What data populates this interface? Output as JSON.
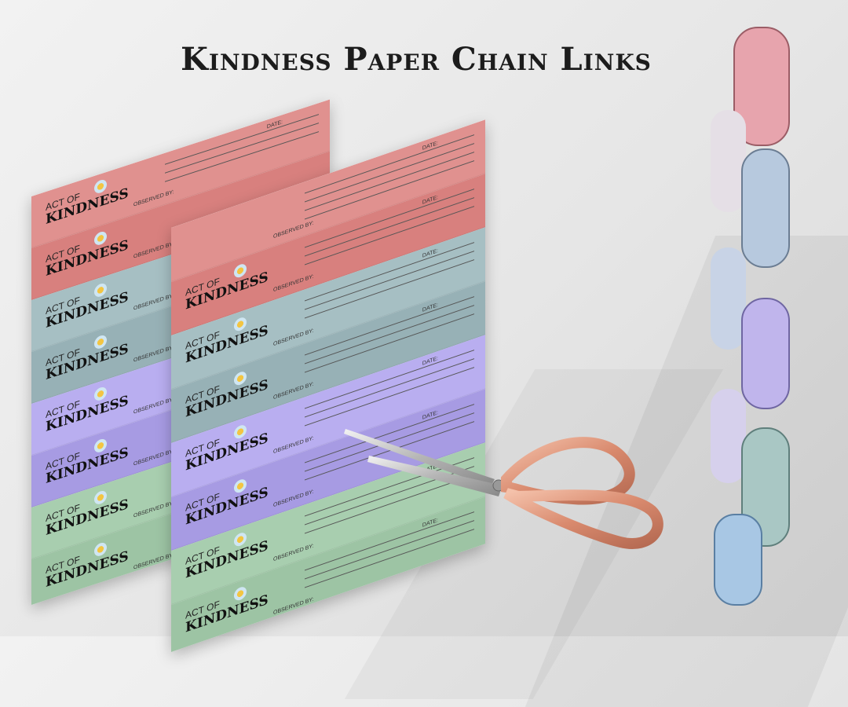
{
  "title": "Kindness Paper Chain Links",
  "strip": {
    "act": "ACT OF",
    "kindness": "KINDNESS",
    "observed": "OBSERVED BY:",
    "date": "DATE:"
  },
  "colors": {
    "pink": "#e0918f",
    "teal": "#a6bfc3",
    "lavender": "#b9aef0",
    "mint": "#a8ceaf"
  },
  "scissors": {
    "icon": "scissors-icon"
  }
}
